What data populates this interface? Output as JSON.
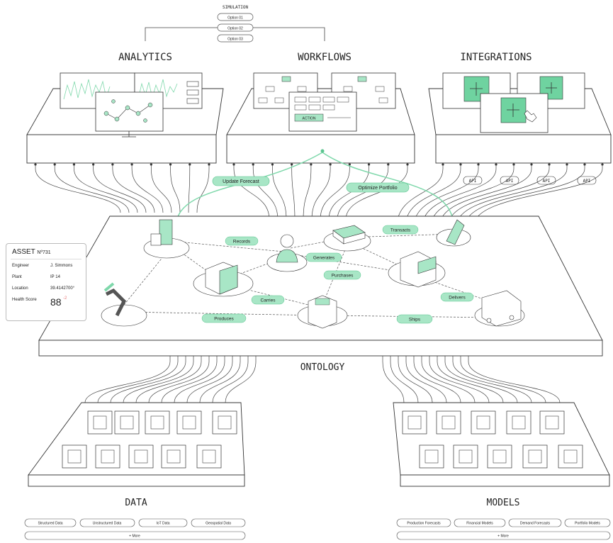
{
  "simulation": {
    "title": "SIMULATION",
    "options": [
      "Option 01",
      "Option 02",
      "Option 03"
    ]
  },
  "sections": {
    "analytics": "ANALYTICS",
    "workflows": "WORKFLOWS",
    "integrations": "INTEGRATIONS",
    "ontology": "ONTOLOGY",
    "data": "DATA",
    "models": "MODELS"
  },
  "workflow_labels": {
    "action": "ACTION"
  },
  "integration_apis": [
    "API",
    "API",
    "API",
    "API"
  ],
  "actions": {
    "update_forecast": "Update Forecast",
    "optimize_portfolio": "Optimize Portfolio"
  },
  "relations": {
    "records": "Records",
    "generates": "Generates",
    "transacts": "Transacts",
    "purchases": "Purchases",
    "carries": "Carries",
    "produces": "Produces",
    "delivers": "Delivers",
    "ships": "Ships"
  },
  "asset": {
    "title": "ASSET",
    "number": "Nº731",
    "rows": [
      {
        "key": "Engineer",
        "value": "J. Simmons"
      },
      {
        "key": "Plant",
        "value": "IP 14"
      },
      {
        "key": "Location",
        "value": "39.4142700°"
      }
    ],
    "health_label": "Health Score",
    "health_value": "88",
    "health_delta": "-2"
  },
  "data_pills": [
    "Structured Data",
    "Unstructured Data",
    "IoT Data",
    "Geospatial Data"
  ],
  "model_pills": [
    "Production Forecasts",
    "Financial Models",
    "Demand Forecasts",
    "Portfolio Models"
  ],
  "more_label": "+ More",
  "colors": {
    "accent": "#a8e6c6",
    "accent_dark": "#5bc48f",
    "line": "#2a2a2a",
    "screen_green": "#6fd3a0"
  }
}
